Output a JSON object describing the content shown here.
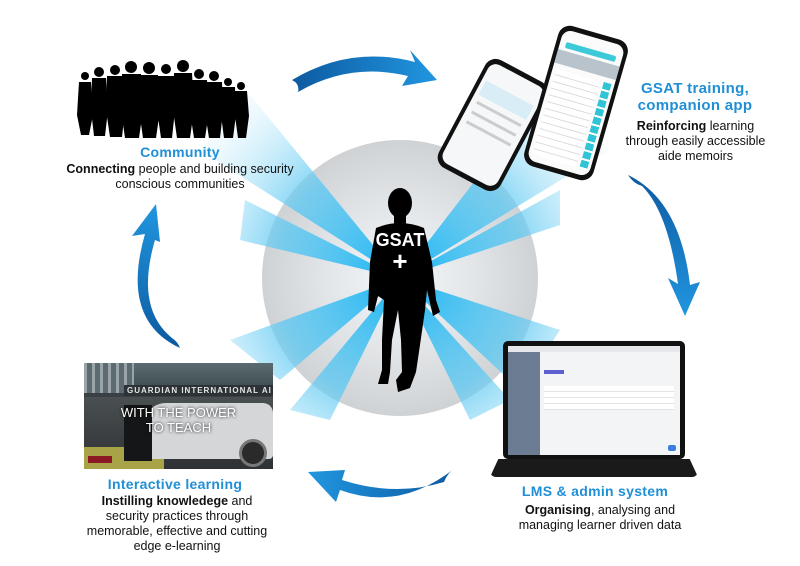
{
  "hub": {
    "label": "GSAT",
    "symbol": "+"
  },
  "colors": {
    "accent": "#1f8fd6",
    "arrow": "#1a7fd0",
    "arrow_dark": "#0e5ea6",
    "beam": "#29b6ef",
    "circle": "#d2d4d6"
  },
  "segments": [
    {
      "id": "community",
      "icon": "crowd-silhouette-icon",
      "title": "Community",
      "desc_bold": "Connecting",
      "desc_rest": " people and building security conscious communities"
    },
    {
      "id": "app",
      "icon": "mobile-phones-icon",
      "title_line1": "GSAT training,",
      "title_line2": "companion app",
      "desc_bold": "Reinforcing",
      "desc_rest": " learning through easily accessible aide memoirs"
    },
    {
      "id": "lms",
      "icon": "laptop-icon",
      "title": "LMS & admin system",
      "desc_bold": "Organising",
      "desc_rest": ", analysing and managing learner driven data"
    },
    {
      "id": "interactive",
      "icon": "video-thumbnail-icon",
      "title": "Interactive learning",
      "desc_bold": "Instilling knowledege",
      "desc_rest": " and security practices through memorable, effective and cutting edge e-learning",
      "thumbnail_title_line1": "WITH THE POWER",
      "thumbnail_title_line2": "TO TEACH",
      "thumbnail_sign": "GUARDIAN INTERNATIONAL AI"
    }
  ]
}
